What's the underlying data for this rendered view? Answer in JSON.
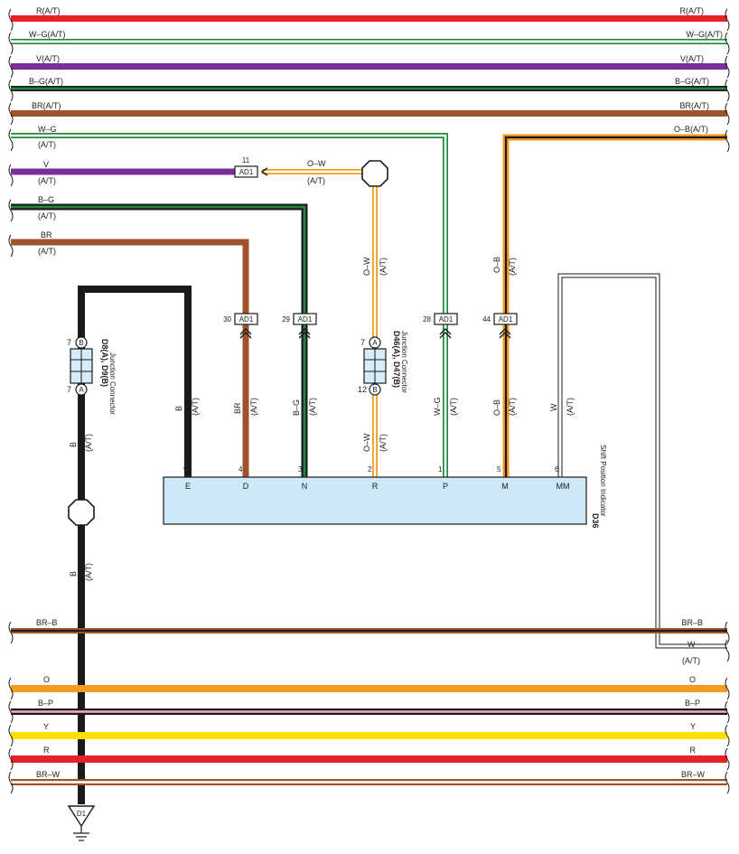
{
  "colors": {
    "R": "#e8202a",
    "V": "#7a2f9a",
    "B": "#1a1a1a",
    "G": "#1f8a3a",
    "BR": "#a0522d",
    "O": "#f39a21",
    "W": "#ffffff",
    "P": "#f4a7c3",
    "Y": "#ffe000",
    "component_fill": "#cde8f7",
    "connector_fill": "#d6ecf8"
  },
  "buses": {
    "top": [
      {
        "left": "R(A/T)",
        "right": "R(A/T)"
      },
      {
        "left": "W–G(A/T)",
        "right": "W–G(A/T)"
      },
      {
        "left": "V(A/T)",
        "right": "V(A/T)"
      },
      {
        "left": "B–G(A/T)",
        "right": "B–G(A/T)"
      },
      {
        "left": "BR(A/T)",
        "right": "BR(A/T)"
      }
    ],
    "bottom": [
      {
        "left": "BR–B",
        "right": "BR–B"
      },
      {
        "left": "O",
        "right": "O"
      },
      {
        "left": "B–P",
        "right": "B–P"
      },
      {
        "left": "Y",
        "right": "Y"
      },
      {
        "left": "R",
        "right": "R"
      },
      {
        "left": "BR–W",
        "right": "BR–W"
      }
    ]
  },
  "wires": {
    "wg_top": "W–G",
    "ob_top": "O–B(A/T)",
    "v_left": "V",
    "bg_left": "B–G",
    "br_left": "BR",
    "ow_splice": "O–W",
    "w_bottom": "W"
  },
  "at": "(A/T)",
  "ad1": {
    "name": "AD1",
    "pin_11": "11",
    "pin_30": "30",
    "pin_29": "29",
    "pin_28": "28",
    "pin_44": "44"
  },
  "vertical_labels": {
    "ow": "O–W",
    "ob": "O–B",
    "b": "B",
    "br": "BR",
    "bg": "B–G",
    "wg": "W–G",
    "w": "W"
  },
  "junction_left": {
    "pin_top": "7",
    "pin_bottom": "7",
    "letter_top": "B",
    "letter_bottom": "A",
    "title": "D8(A), D9(B)",
    "subtitle": "Junction Connector"
  },
  "junction_mid": {
    "pin_top": "7",
    "pin_bottom": "12",
    "letter_top": "A",
    "letter_bottom": "B",
    "title": "D46(A), D47(B)",
    "subtitle": "Junction Connector"
  },
  "indicator": {
    "code": "D36",
    "name": "Shift Position Indicator",
    "pins": [
      {
        "num": "9",
        "name": "E"
      },
      {
        "num": "4",
        "name": "D"
      },
      {
        "num": "3",
        "name": "N"
      },
      {
        "num": "2",
        "name": "R"
      },
      {
        "num": "1",
        "name": "P"
      },
      {
        "num": "5",
        "name": "M"
      },
      {
        "num": "6",
        "name": "MM"
      }
    ]
  },
  "ground": "D1"
}
